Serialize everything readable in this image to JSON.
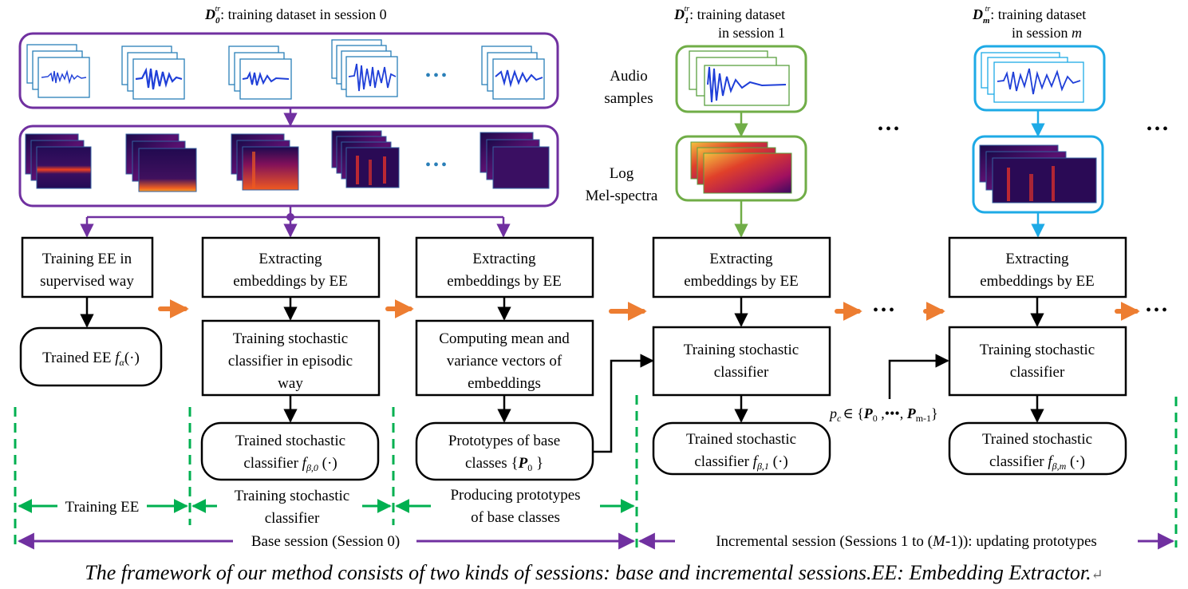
{
  "dataset_titles": {
    "d0": {
      "symbol": "D",
      "sub": "0",
      "sup": "tr",
      "line1": ": training dataset in session 0"
    },
    "d1": {
      "symbol": "D",
      "sub": "1",
      "sup": "tr",
      "line1": ": training dataset",
      "line2": "in session 1"
    },
    "dm": {
      "symbol": "D",
      "sub": "m",
      "sup": "tr",
      "line1": ": training dataset",
      "line2_prefix": "in session ",
      "line2_var": "m"
    }
  },
  "side_labels": {
    "audio": [
      "Audio",
      "samples"
    ],
    "logmel": [
      "Log",
      "Mel-spectra"
    ]
  },
  "ellipsis": "•••",
  "boxes": {
    "train_ee": [
      "Training EE in",
      "supervised way"
    ],
    "extract1": [
      "Extracting",
      "embeddings by EE"
    ],
    "extract2": [
      "Extracting",
      "embeddings by EE"
    ],
    "extract3": [
      "Extracting",
      "embeddings by EE"
    ],
    "extract4": [
      "Extracting",
      "embeddings by EE"
    ],
    "train_episodic": [
      "Training stochastic",
      "classifier in episodic",
      "way"
    ],
    "mean_var": [
      "Computing mean and",
      "variance vectors of",
      "embeddings"
    ],
    "train_sc1": [
      "Training stochastic",
      "classifier"
    ],
    "train_scm": [
      "Training stochastic",
      "classifier"
    ]
  },
  "rounded": {
    "trained_ee": {
      "text": "Trained EE ",
      "func": "f",
      "sub": "α",
      "args": "(·)"
    },
    "sc0": {
      "line1": "Trained stochastic",
      "line2": "classifier ",
      "func": "f",
      "sub": "β,0",
      "args": " (·)"
    },
    "protos": {
      "line1": "Prototypes of base",
      "line2": "classes {",
      "bold": "P",
      "sub": "0",
      "line2_end": " }"
    },
    "sc1": {
      "line1": "Trained stochastic",
      "line2": "classifier ",
      "func": "f",
      "sub": "β,1",
      "args": " (·)"
    },
    "scm": {
      "line1": "Trained stochastic",
      "line2": "classifier ",
      "func": "f",
      "sub": "β,m",
      "args": " (·)"
    }
  },
  "pc_label": {
    "var": "p",
    "sub": "c",
    "mid": "∈ {",
    "p0": "P",
    "p0sub": "0",
    "dots": " ,•••, ",
    "pm": "P",
    "pmsub": "m-1",
    "end": "}"
  },
  "spans": {
    "training_ee": "Training EE",
    "training_sc": [
      "Training stochastic",
      "classifier"
    ],
    "producing": [
      "Producing prototypes",
      "of base classes"
    ],
    "base_session": "Base session (Session 0)",
    "incremental_prefix": "Incremental session (Sessions 1 to (",
    "incremental_var": "M",
    "incremental_suffix": "-1)): updating prototypes"
  },
  "caption": "The framework of our method consists of two kinds of sessions: base and incremental sessions.EE: Embedding Extractor.",
  "caption_return": "↵",
  "colors": {
    "purple": "#7030A0",
    "green": "#70AD47",
    "cyan": "#1EAAE6",
    "orange": "#ED7D31",
    "dash_green": "#00B050",
    "wave_blue": "#1F3FD8"
  }
}
